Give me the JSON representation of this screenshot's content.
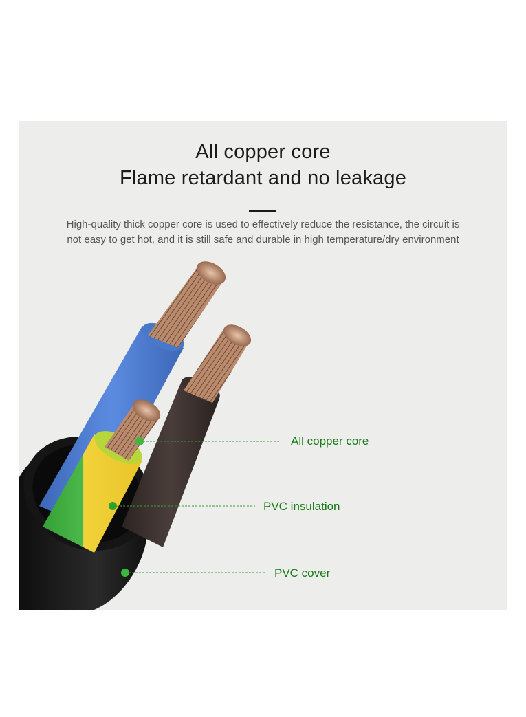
{
  "heading": {
    "line1": "All copper core",
    "line2": "Flame retardant and no leakage"
  },
  "description": {
    "line1": "High-quality thick copper core is used to effectively reduce the resistance, the circuit is",
    "line2": "not easy to get hot, and it is still safe and durable in high temperature/dry environment"
  },
  "callouts": [
    {
      "label": "All copper core"
    },
    {
      "label": "PVC insulation"
    },
    {
      "label": "PVC cover"
    }
  ],
  "colors": {
    "panel_background": "#ededec",
    "callout_green": "#167a16",
    "outer_jacket": "#1c1c1c",
    "blue_wire": "#4a78c8",
    "brown_wire": "#3b3230",
    "earth_wire_green": "#3aa63a",
    "earth_wire_yellow": "#f2d23a",
    "copper": "#b98a6c"
  }
}
